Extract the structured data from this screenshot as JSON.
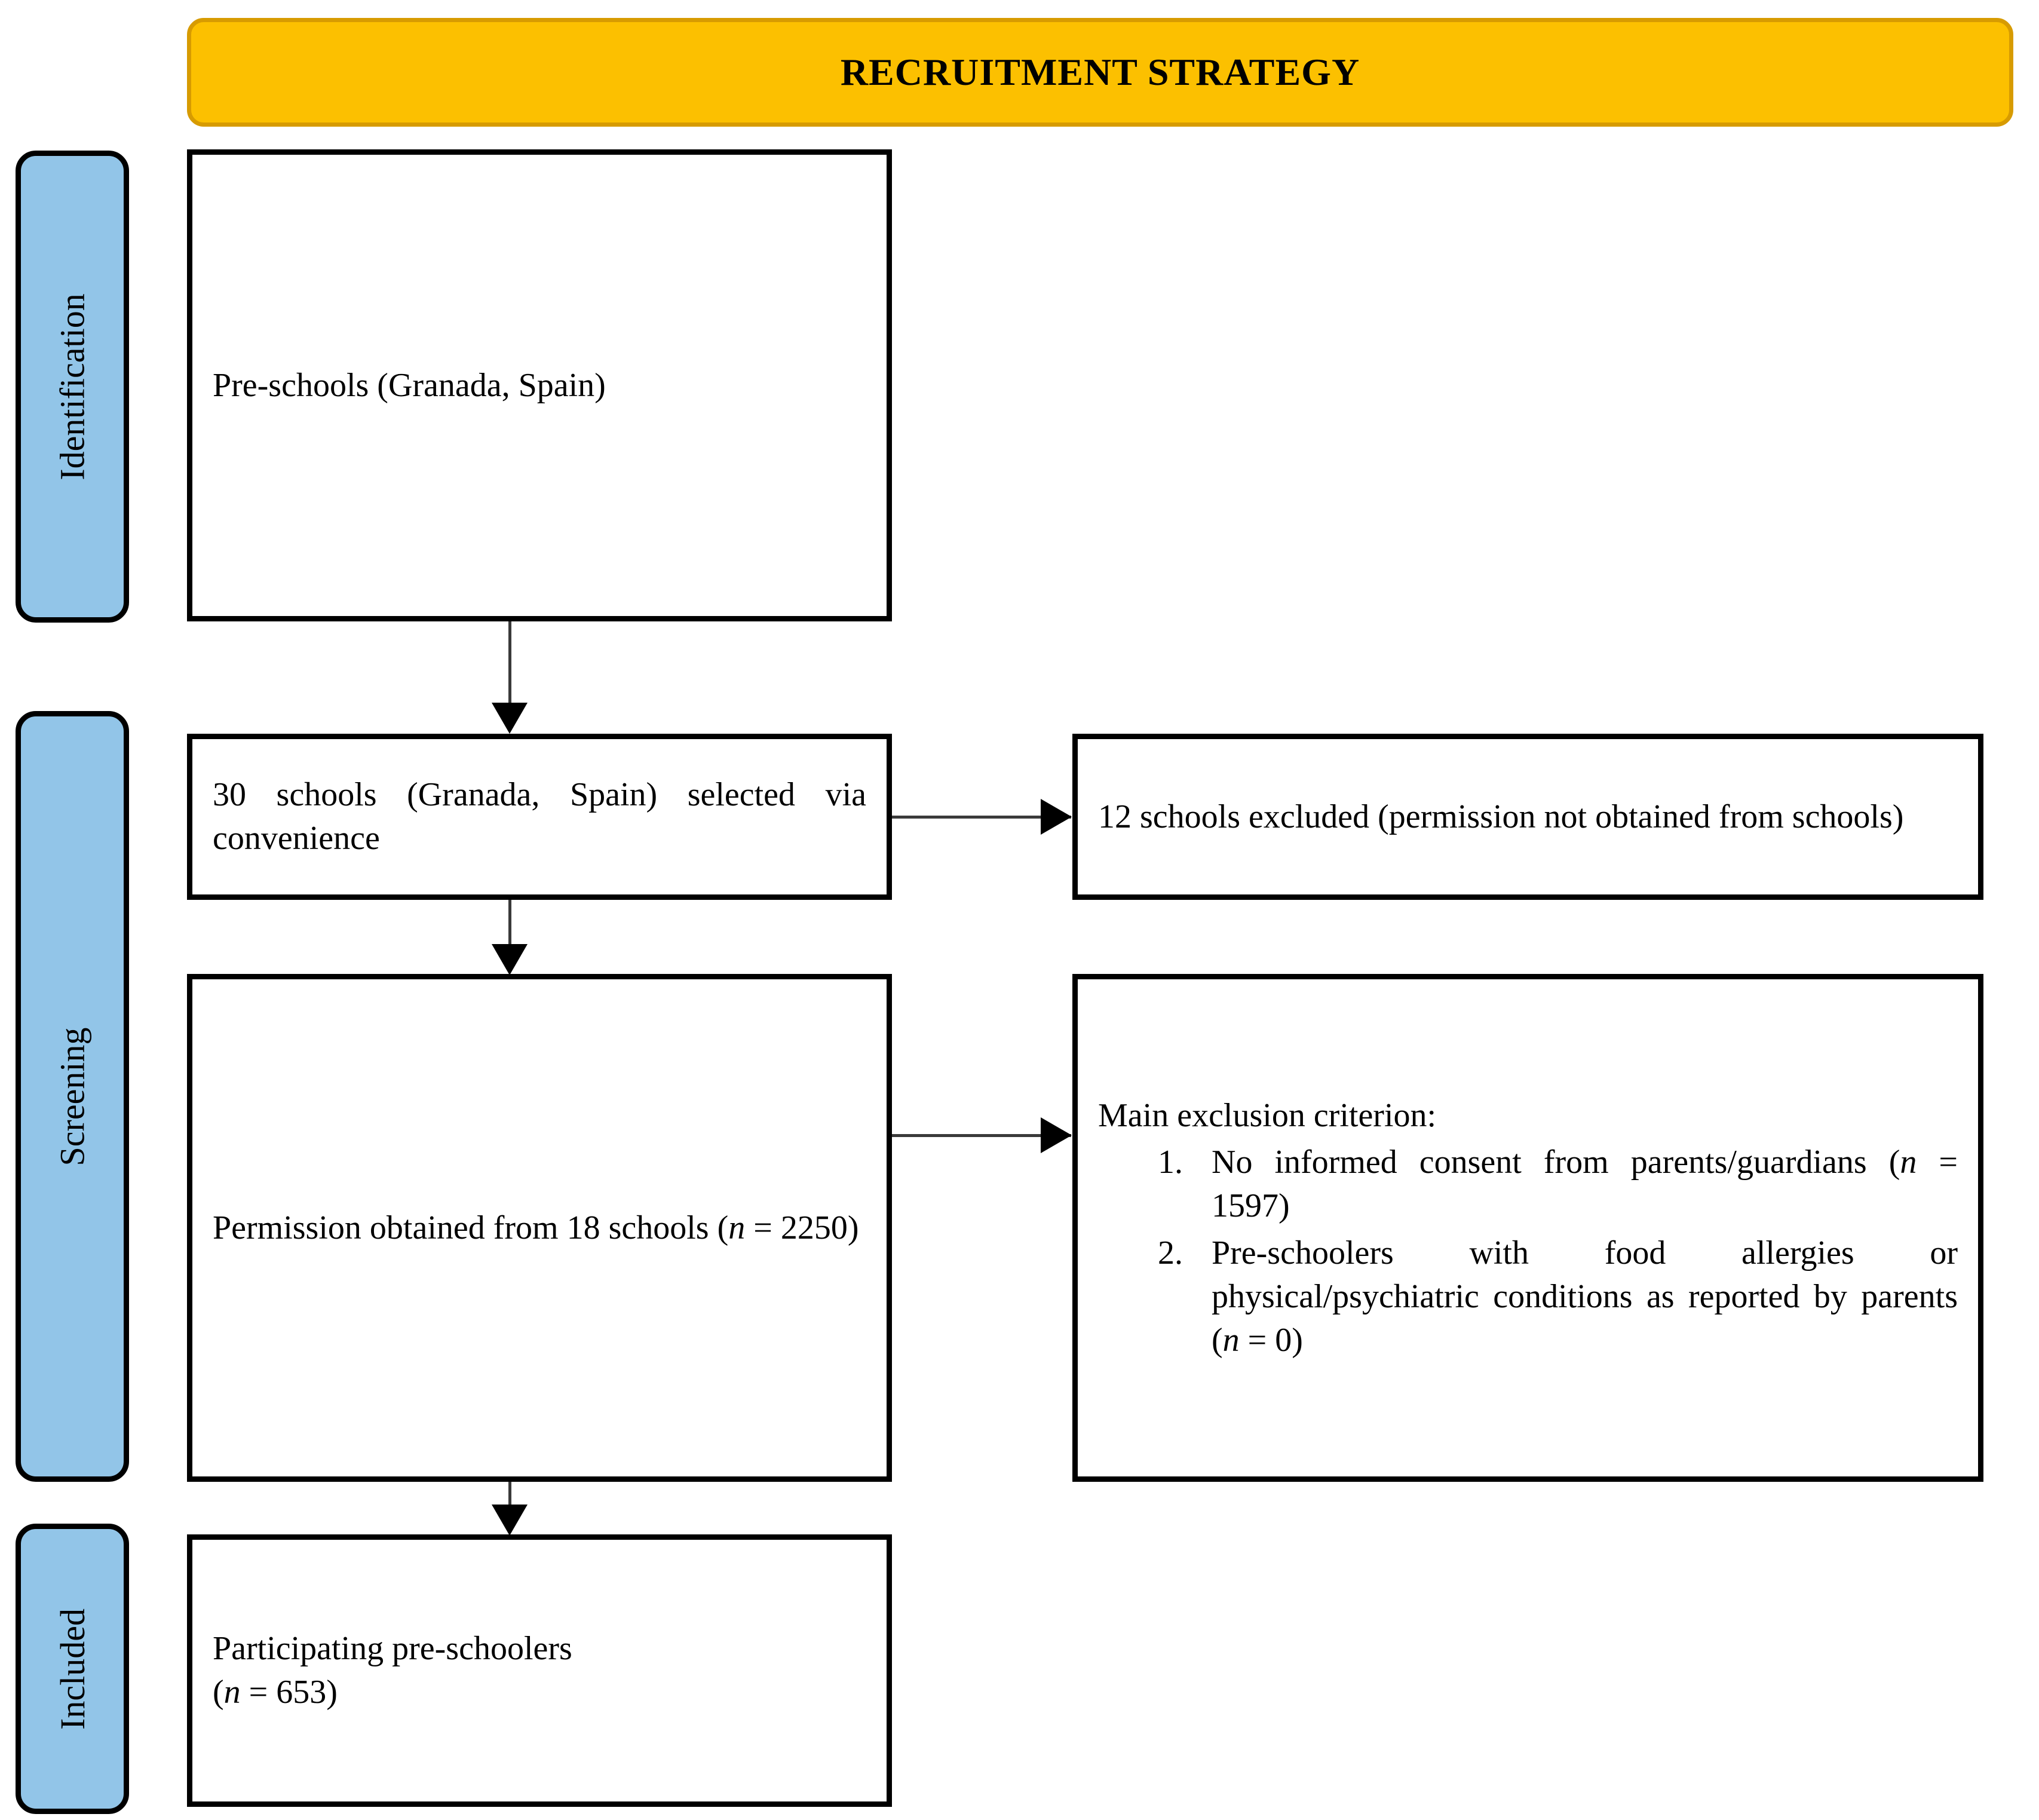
{
  "banner": {
    "title": "RECRUITMENT STRATEGY",
    "fill_color": "#FCC000",
    "border_color": "#D79B01"
  },
  "stages": {
    "fill_color": "#92C5E8",
    "border_color": "#000000",
    "items": [
      {
        "id": "identification",
        "label": "Identification"
      },
      {
        "id": "screening",
        "label": "Screening"
      },
      {
        "id": "included",
        "label": "Included"
      }
    ]
  },
  "boxes": {
    "preschools": {
      "text": "Pre-schools (Granada, Spain)"
    },
    "schools_selected": {
      "text": "30 schools (Granada, Spain) selected via convenience"
    },
    "schools_excluded": {
      "text": "12 schools excluded (permission not obtained from schools)"
    },
    "permission_obtained": {
      "line1": "Permission obtained from 18 schools (",
      "n_symbol": "n",
      "line2": " = 2250)"
    },
    "criteria": {
      "heading": "Main exclusion criterion:",
      "items": [
        {
          "number": "1.",
          "text_before": "No informed consent from parents/guardians (",
          "n_symbol": "n",
          "text_after": " = 1597)"
        },
        {
          "number": "2.",
          "text_before": "Pre-schoolers with food allergies or physical/psychiatric conditions as reported by parents (",
          "n_symbol": "n",
          "text_after": " = 0)"
        }
      ]
    },
    "participating": {
      "line1": "Participating pre-schoolers",
      "line2_before": "(",
      "n_symbol": "n",
      "line2_after": " = 653)"
    }
  },
  "connectors": {
    "stroke_color": "#000000",
    "flows": [
      {
        "id": "preschools-to-selected",
        "direction": "down"
      },
      {
        "id": "selected-to-permission",
        "direction": "down"
      },
      {
        "id": "permission-to-participating",
        "direction": "down"
      },
      {
        "id": "selected-to-excluded",
        "direction": "right"
      },
      {
        "id": "permission-to-criteria",
        "direction": "right"
      }
    ]
  }
}
